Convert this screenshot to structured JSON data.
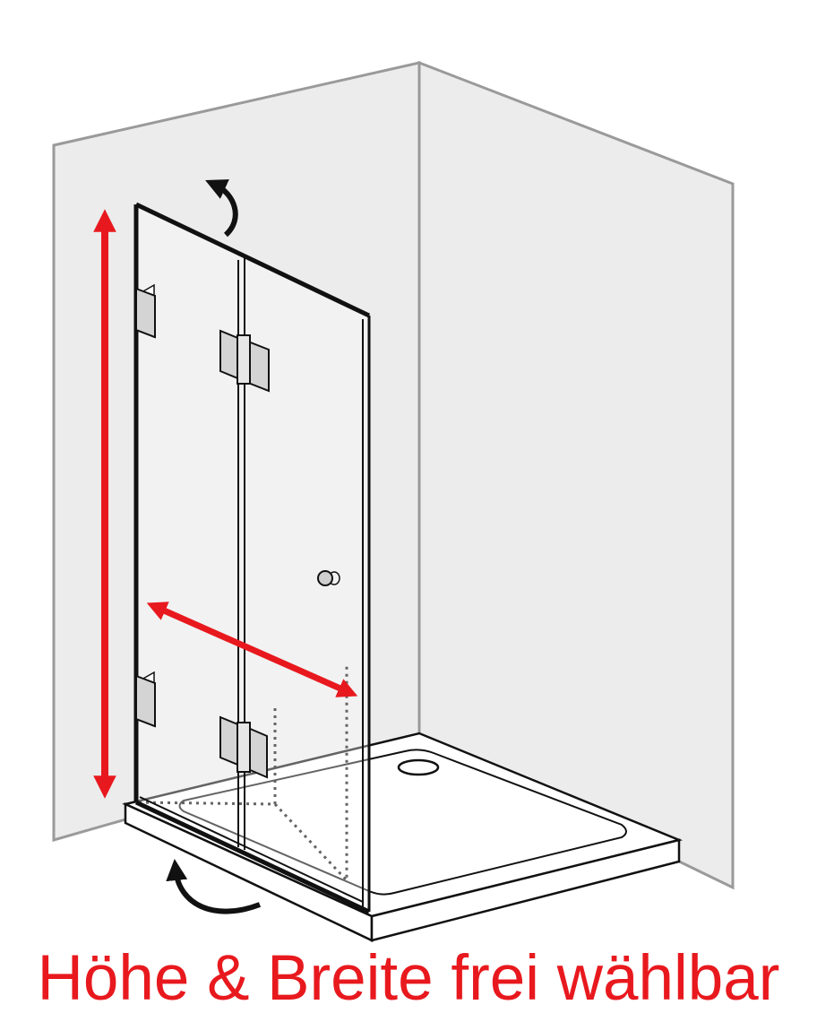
{
  "caption": "Höhe & Breite frei wählbar",
  "colors": {
    "wall_fill": "#ececec",
    "wall_stroke": "#9a9a9a",
    "frame": "#111111",
    "hinge_fill": "#d4d4d4",
    "dimension_arrow": "#e8191e",
    "caption": "#e8191e",
    "swing_arrow": "#111111"
  },
  "icons": {
    "height_arrow": "vertical-double-arrow",
    "width_arrow": "diagonal-double-arrow",
    "swing_top": "curved-arrow",
    "swing_bottom": "curved-arrow"
  }
}
